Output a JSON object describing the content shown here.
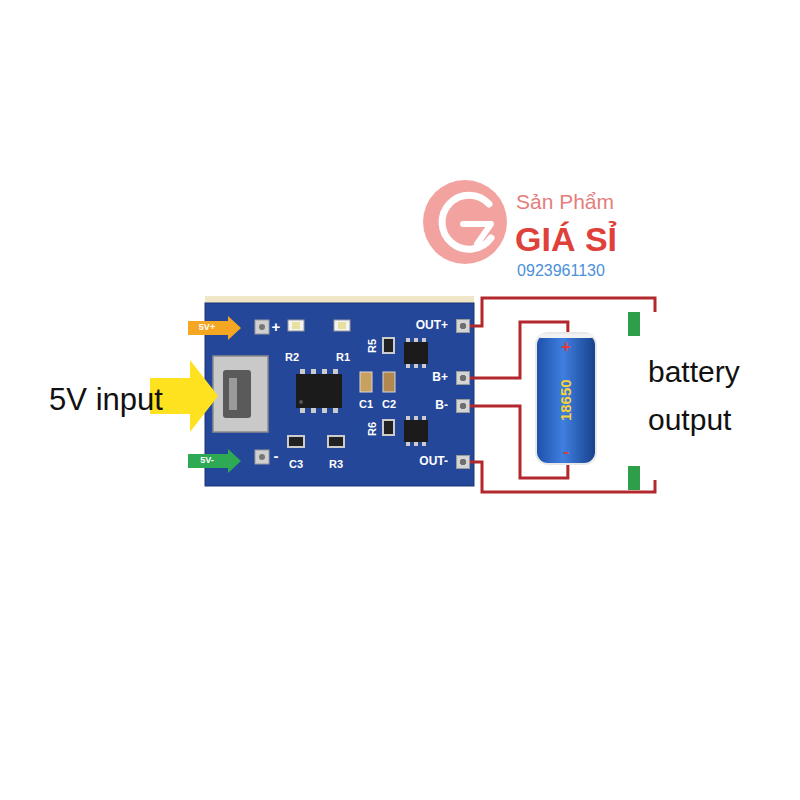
{
  "diagram": {
    "nodes": [
      {
        "text": [
          "OUT+"
        ]
      },
      {
        "text": [
          "B+"
        ]
      },
      {
        "text": [
          "B-"
        ]
      },
      {
        "text": [
          "OUT-"
        ]
      },
      {
        "text": [
          "+",
          "18650",
          "-"
        ]
      },
      {
        "text": [
          "battery output"
        ]
      }
    ],
    "edges": [
      {
        "from": 0,
        "to": 5,
        "arrow": "none"
      },
      {
        "from": 1,
        "to": 4,
        "arrow": "none"
      },
      {
        "from": 2,
        "to": 4,
        "arrow": "none"
      },
      {
        "from": 3,
        "to": 5,
        "arrow": "none"
      }
    ],
    "labels": [
      "Sản Phẩm",
      "GIÁ SỈ",
      "0923961130",
      "5V input",
      "5V+",
      "5V-",
      "+",
      "-",
      "R2",
      "R1",
      "R5",
      "C1",
      "C2",
      "R6",
      "C3",
      "R3"
    ]
  }
}
